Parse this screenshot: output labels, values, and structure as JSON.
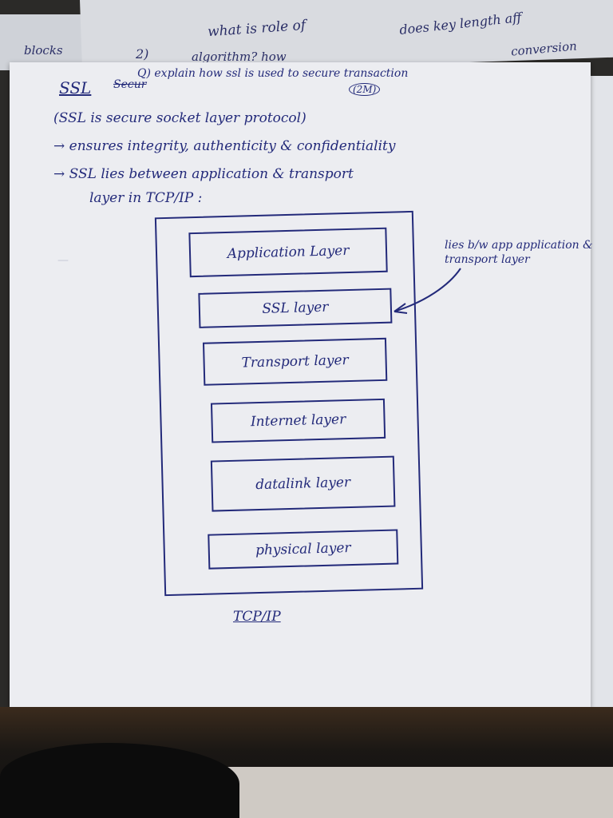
{
  "background_notes": {
    "top_left": "blocks",
    "line1": "what is role of",
    "line1b": "does key length aff",
    "line2": "algorithm? how",
    "line3": "conversion",
    "numbering": "2)"
  },
  "page": {
    "question": "Q) explain how ssl is used to secure transaction",
    "title": "SSL",
    "struck_text": "Secur",
    "marks": "(2M)",
    "lines": [
      "(SSL is secure socket layer protocol)",
      "→ ensures integrity, authenticity & confidentiality",
      "→ SSL lies between application & transport",
      "layer in TCP/IP :"
    ],
    "diagram": {
      "layers": [
        "Application Layer",
        "SSL layer",
        "Transport layer",
        "Internet layer",
        "datalink layer",
        "physical layer"
      ],
      "stack_label": "TCP/IP",
      "annotation": "lies b/w app application & transport layer"
    }
  },
  "colors": {
    "ink": "#232a7a",
    "paper": "#ecedf1"
  }
}
